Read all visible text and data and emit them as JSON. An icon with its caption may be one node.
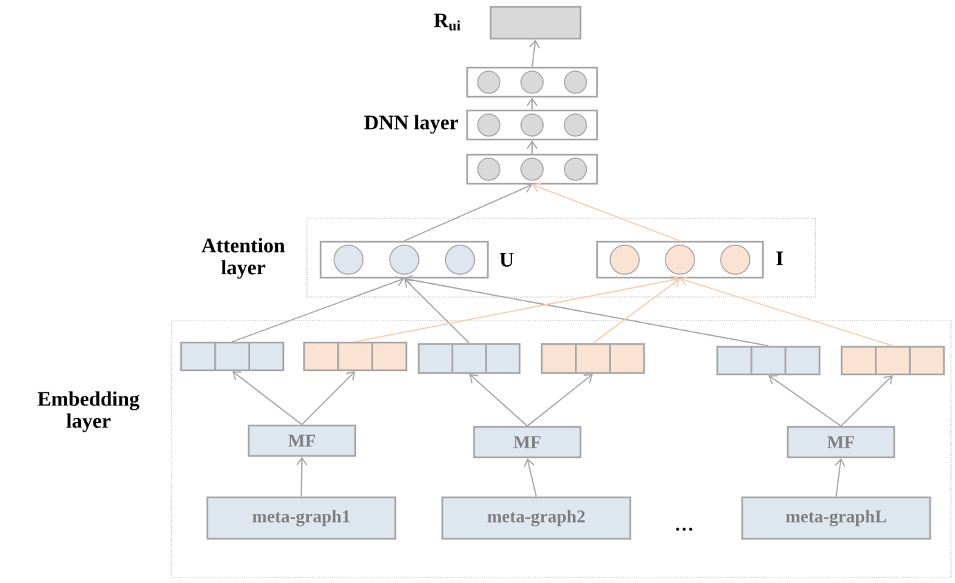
{
  "diagram": {
    "nodes": [
      {
        "text": [],
        "shape": "box",
        "beside": [
          "R$_{ui}$"
        ]
      },
      {
        "text": [],
        "shape": "box"
      },
      {
        "text": [],
        "shape": "box",
        "beside": [
          "DNN layer"
        ]
      },
      {
        "text": [],
        "shape": "box"
      },
      {
        "text": [
          "Attention layer"
        ]
      },
      {
        "text": [],
        "shape": "box",
        "in": 4,
        "beside": [
          "U"
        ]
      },
      {
        "text": [],
        "shape": "box",
        "in": 4,
        "beside": [
          "I"
        ]
      },
      {
        "text": [
          "Embedding layer"
        ]
      },
      {
        "text": [],
        "shape": "box",
        "in": 7
      },
      {
        "text": [],
        "shape": "box",
        "in": 7
      },
      {
        "text": [],
        "shape": "box",
        "in": 7
      },
      {
        "text": [],
        "shape": "box",
        "in": 7
      },
      {
        "text": [],
        "shape": "box",
        "in": 7
      },
      {
        "text": [],
        "shape": "box",
        "in": 7
      },
      {
        "text": [
          "MF"
        ],
        "in": 7
      },
      {
        "text": [
          "MF"
        ],
        "in": 7
      },
      {
        "text": [
          "MF"
        ],
        "in": 7
      },
      {
        "text": [
          "meta-graph1"
        ],
        "in": 7
      },
      {
        "text": [
          "meta-graph2"
        ],
        "in": 7
      },
      {
        "text": [
          "meta-graphL"
        ],
        "in": 7
      }
    ],
    "edges": [
      {
        "from": 17,
        "to": 14,
        "arrow": "to"
      },
      {
        "from": 18,
        "to": 15,
        "arrow": "to"
      },
      {
        "from": 19,
        "to": 16,
        "arrow": "to"
      },
      {
        "from": 14,
        "to": 8,
        "arrow": "to"
      },
      {
        "from": 14,
        "to": 9,
        "arrow": "to"
      },
      {
        "from": 15,
        "to": 10,
        "arrow": "to"
      },
      {
        "from": 15,
        "to": 11,
        "arrow": "to"
      },
      {
        "from": 16,
        "to": 12,
        "arrow": "to"
      },
      {
        "from": 16,
        "to": 13,
        "arrow": "to"
      },
      {
        "from": 8,
        "to": 5,
        "arrow": "to"
      },
      {
        "from": 10,
        "to": 5,
        "arrow": "to"
      },
      {
        "from": 12,
        "to": 5,
        "arrow": "to"
      },
      {
        "from": 9,
        "to": 6,
        "arrow": "to",
        "color": "#f8cbad"
      },
      {
        "from": 11,
        "to": 6,
        "arrow": "to",
        "color": "#f8cbad"
      },
      {
        "from": 13,
        "to": 6,
        "arrow": "to",
        "color": "#f8cbad"
      },
      {
        "from": 5,
        "to": 3,
        "arrow": "to"
      },
      {
        "from": 6,
        "to": 3,
        "arrow": "to",
        "color": "#f8cbad"
      },
      {
        "from": 3,
        "to": 2,
        "arrow": "to"
      },
      {
        "from": 2,
        "to": 1,
        "arrow": "to"
      },
      {
        "from": 1,
        "to": 0,
        "arrow": "to"
      }
    ],
    "labels": [
      "…"
    ]
  }
}
